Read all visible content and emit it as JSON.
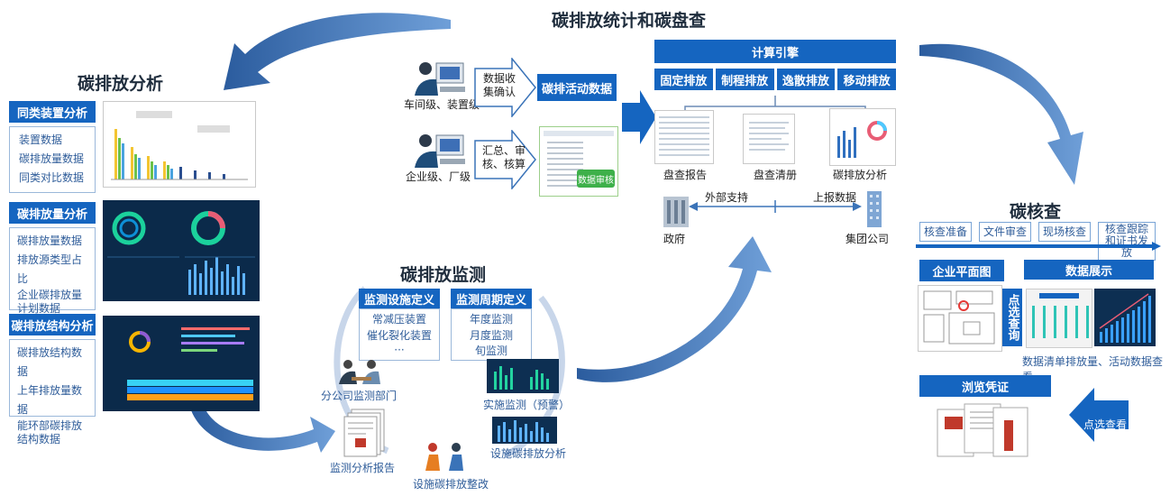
{
  "sections": {
    "carbon_stats_title": "碳排放统计和碳盘查",
    "analysis_title": "碳排放分析",
    "monitoring_title": "碳排放监测",
    "verification_title": "碳核查"
  },
  "analysis": {
    "groups": [
      {
        "header": "同类装置分析",
        "items": [
          "装置数据",
          "碳排放量数据",
          "同类对比数据"
        ]
      },
      {
        "header": "碳排放量分析",
        "items": [
          "碳排放量数据",
          "排放源类型占比",
          "企业碳排放量计划数据"
        ]
      },
      {
        "header": "碳排放结构分析",
        "items": [
          "碳排放结构数据",
          "上年排放量数据",
          "能环部碳排放结构数据"
        ]
      }
    ]
  },
  "stats": {
    "workshop_label": "车间级、装置级",
    "enterprise_label": "企业级、厂级",
    "collect_label": "数据收集确认",
    "aggregate_label": "汇总、审核、核算",
    "activity_data_label": "碳排活动数据",
    "audit_stamp": "数据审核",
    "engine_title": "计算引擎",
    "engine_tabs": [
      "固定排放",
      "制程排放",
      "逸散排放",
      "移动排放"
    ],
    "outputs": [
      "盘查报告",
      "盘查清册",
      "碳排放分析"
    ],
    "gov_label": "政府",
    "group_label": "集团公司",
    "external_support": "外部支持",
    "report_data": "上报数据"
  },
  "monitoring": {
    "facility_header": "监测设施定义",
    "period_header": "监测周期定义",
    "facility_items": [
      "常减压装置",
      "催化裂化装置",
      "···"
    ],
    "period_items": [
      "年度监测",
      "月度监测",
      "旬监测"
    ],
    "dept_label": "分公司监测部门",
    "realtime_label": "实施监测（预警）",
    "report_label": "监测分析报告",
    "facility_analysis_label": "设施碳排放分析",
    "rectify_label": "设施碳排放整改"
  },
  "verification": {
    "steps": [
      "核查准备",
      "文件审查",
      "现场核查",
      "核查跟踪和证书发放"
    ],
    "floorplan_header": "企业平面图",
    "data_display_header": "数据展示",
    "click_query": "点选查询",
    "data_caption": "数据清单排放量、活动数据查看",
    "voucher_header": "浏览凭证",
    "click_view": "点选查看"
  },
  "colors": {
    "arrow_blue": "#3a73b8",
    "header_blue": "#1565c0",
    "dark_panel": "#0b2a4a"
  }
}
